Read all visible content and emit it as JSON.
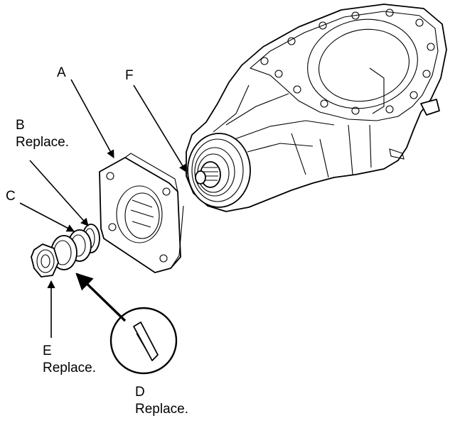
{
  "labels": {
    "a": "A",
    "b_letter": "B",
    "b_note": "Replace.",
    "c": "C",
    "d_letter": "D",
    "d_note": "Replace.",
    "e_letter": "E",
    "e_note": "Replace.",
    "f": "F"
  }
}
